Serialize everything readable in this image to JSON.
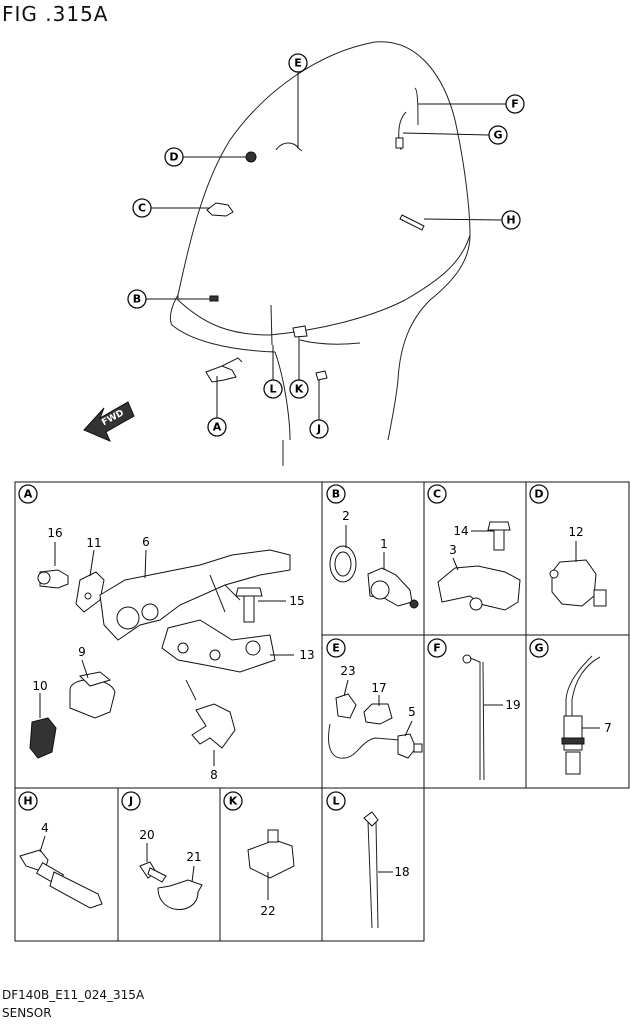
{
  "figure": {
    "title": "FIG .315A",
    "footer_code": "DF140B_E11_024_315A",
    "footer_name": "SENSOR"
  },
  "overview": {
    "fwd_label": "FWD",
    "callouts": [
      "A",
      "B",
      "C",
      "D",
      "E",
      "F",
      "G",
      "H",
      "J",
      "K",
      "L"
    ]
  },
  "panels": [
    {
      "letter": "A",
      "parts": [
        "16",
        "11",
        "6",
        "15",
        "13",
        "9",
        "10",
        "8"
      ]
    },
    {
      "letter": "B",
      "parts": [
        "2",
        "1"
      ]
    },
    {
      "letter": "C",
      "parts": [
        "14",
        "3"
      ]
    },
    {
      "letter": "D",
      "parts": [
        "12"
      ]
    },
    {
      "letter": "E",
      "parts": [
        "23",
        "17",
        "5"
      ]
    },
    {
      "letter": "F",
      "parts": [
        "19"
      ]
    },
    {
      "letter": "G",
      "parts": [
        "7"
      ]
    },
    {
      "letter": "H",
      "parts": [
        "4"
      ]
    },
    {
      "letter": "J",
      "parts": [
        "20",
        "21"
      ]
    },
    {
      "letter": "K",
      "parts": [
        "22"
      ]
    },
    {
      "letter": "L",
      "parts": [
        "18"
      ]
    }
  ]
}
